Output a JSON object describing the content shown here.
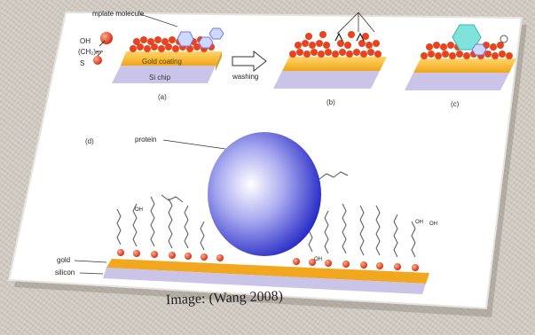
{
  "panels": {
    "a": "(a)",
    "b": "(b)",
    "c": "(c)",
    "d": "(d)"
  },
  "labels": {
    "template_molecule": "mplate molecule",
    "oh": "OH",
    "ch2n": "(CH₂)ₙ",
    "s": "S",
    "gold_coating": "Gold coating",
    "si_chip": "Si chip",
    "washing": "washing",
    "protein": "protein",
    "gold": "gold",
    "silicon": "silicon",
    "oh_tail": "OH"
  },
  "caption": "Image: (Wang 2008)",
  "colors": {
    "gold": "#f2a81e",
    "silicon": "#c9c4e8",
    "sphere_edge": "#2f2fd0",
    "bead": "#e8301a"
  }
}
